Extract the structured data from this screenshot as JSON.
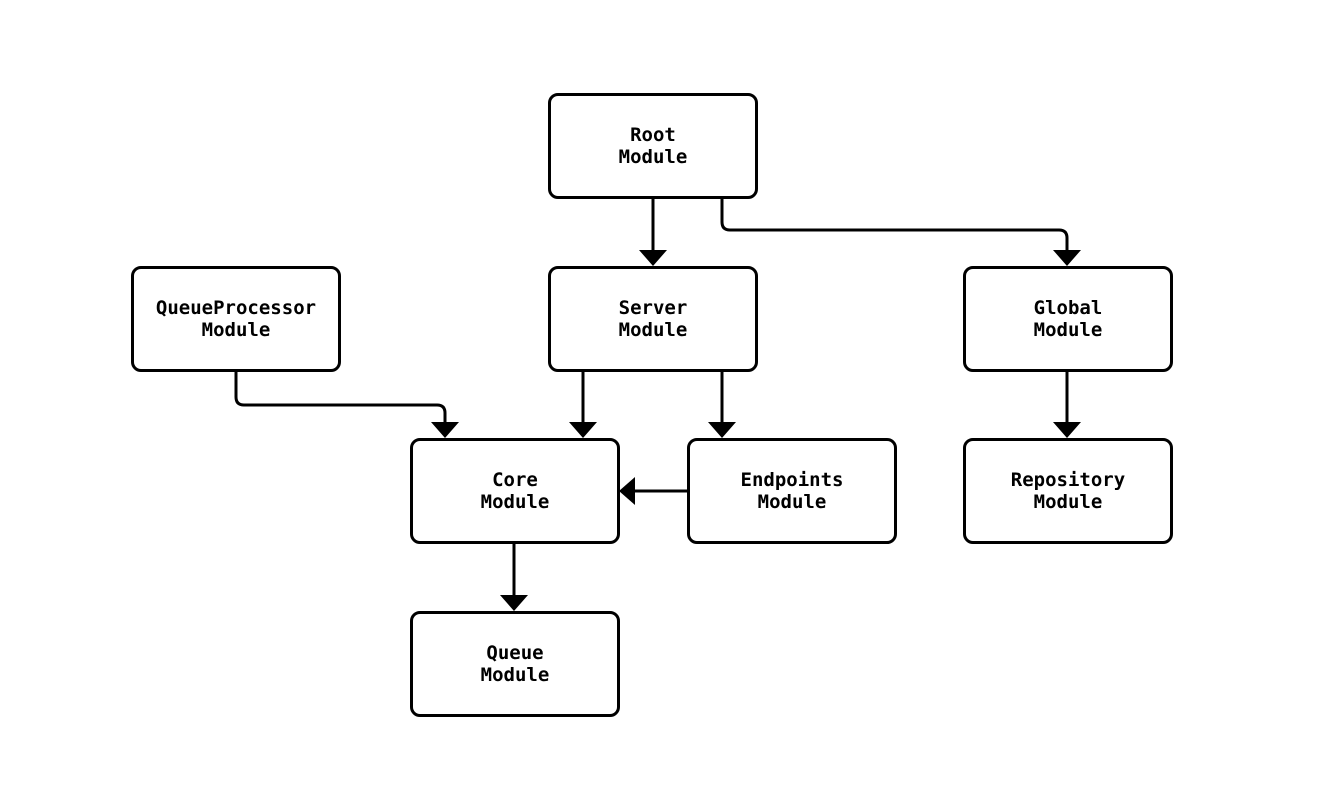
{
  "diagram": {
    "type": "flowchart",
    "direction": "top-down",
    "nodes": [
      {
        "id": "root",
        "line1": "Root",
        "line2": "Module"
      },
      {
        "id": "queueprocessor",
        "line1": "QueueProcessor",
        "line2": "Module"
      },
      {
        "id": "server",
        "line1": "Server",
        "line2": "Module"
      },
      {
        "id": "global",
        "line1": "Global",
        "line2": "Module"
      },
      {
        "id": "core",
        "line1": "Core",
        "line2": "Module"
      },
      {
        "id": "endpoints",
        "line1": "Endpoints",
        "line2": "Module"
      },
      {
        "id": "repository",
        "line1": "Repository",
        "line2": "Module"
      },
      {
        "id": "queue",
        "line1": "Queue",
        "line2": "Module"
      }
    ],
    "edges": [
      {
        "from": "root",
        "to": "server",
        "style": "arrow"
      },
      {
        "from": "root",
        "to": "global",
        "style": "arrow"
      },
      {
        "from": "queueprocessor",
        "to": "core",
        "style": "arrow"
      },
      {
        "from": "server",
        "to": "core",
        "style": "arrow"
      },
      {
        "from": "server",
        "to": "endpoints",
        "style": "arrow"
      },
      {
        "from": "endpoints",
        "to": "core",
        "style": "arrow"
      },
      {
        "from": "core",
        "to": "queue",
        "style": "arrow"
      },
      {
        "from": "global",
        "to": "repository",
        "style": "arrow"
      }
    ],
    "colors": {
      "background": "#ffffff",
      "node_fill": "#ffffff",
      "node_border": "#000000",
      "text": "#000000",
      "edge": "#000000"
    }
  }
}
